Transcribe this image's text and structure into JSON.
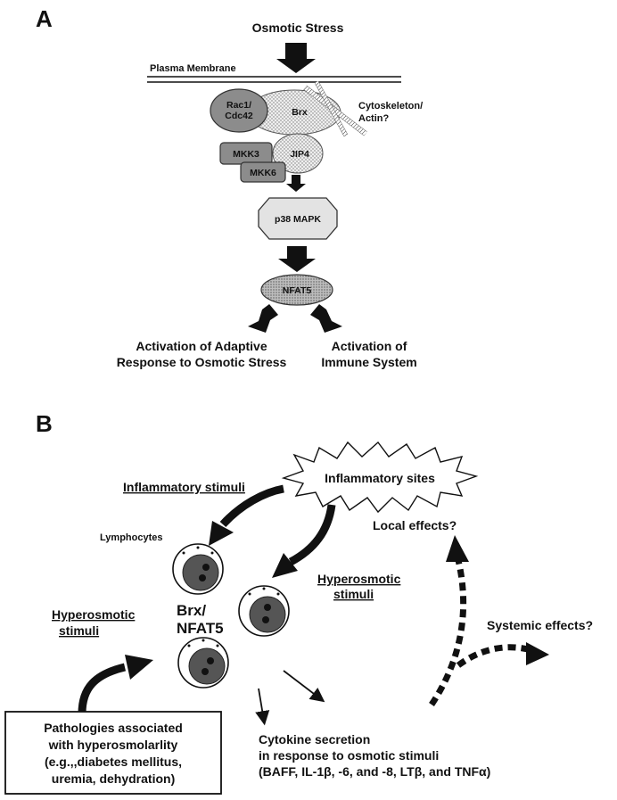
{
  "panel_a": {
    "letter": "A",
    "stress_label": "Osmotic Stress",
    "membrane_label": "Plasma Membrane",
    "rac_line1": "Rac1/",
    "rac_line2": "Cdc42",
    "brx": "Brx",
    "cyto_line1": "Cytoskeleton/",
    "cyto_line2": "Actin?",
    "mkk3": "MKK3",
    "mkk6": "MKK6",
    "jip4": "JIP4",
    "p38": "p38 MAPK",
    "nfat5": "NFAT5",
    "outcome_left_1": "Activation of Adaptive",
    "outcome_left_2": "Response to Osmotic Stress",
    "outcome_right_1": "Activation of",
    "outcome_right_2": "Immune System"
  },
  "panel_b": {
    "letter": "B",
    "inflammatory_sites": "Inflammatory sites",
    "inflammatory_stimuli": "Inflammatory stimuli",
    "lymphocytes": "Lymphocytes",
    "local_effects": "Local effects?",
    "hyper_right_1": "Hyperosmotic",
    "hyper_right_2": "stimuli",
    "brx_nfat_1": "Brx/",
    "brx_nfat_2": "NFAT5",
    "hyper_left_1": "Hyperosmotic",
    "hyper_left_2": "stimuli",
    "systemic_effects": "Systemic effects?",
    "cytokine_1": "Cytokine secretion",
    "cytokine_2": "in response to osmotic stimuli",
    "cytokine_3": "(BAFF, IL-1β, -6, and -8, LTβ, and TNFα)",
    "pathologies_1": "Pathologies associated",
    "pathologies_2": "with hyperosmolarlity",
    "pathologies_3": "(e.g.,,diabetes mellitus,",
    "pathologies_4": "uremia, dehydration)"
  },
  "colors": {
    "ink": "#111111",
    "grey_node": "#8c8c8c",
    "light_grey": "#d6d6d6",
    "cell_nucleus": "#555555"
  }
}
